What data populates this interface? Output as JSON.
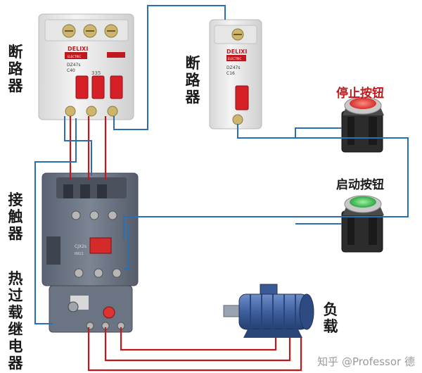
{
  "labels": {
    "breaker_left": "断路器",
    "breaker_right": "断路器",
    "contactor": "接触器",
    "thermal_relay": "热过载继电器",
    "load": "负载",
    "stop_button": "停止按钮",
    "start_button": "启动按钮"
  },
  "breaker3": {
    "brand": "DELIXI",
    "sub": "ELECTRIC",
    "model": "DZ47s",
    "rating": "C40",
    "marks": "335"
  },
  "breaker1": {
    "brand": "DELIXI",
    "sub": "ELECTRIC",
    "model": "DZ47s",
    "rating": "C16"
  },
  "contactor": {
    "model": "CJX2s",
    "code": "0911"
  },
  "watermark": "知乎 @Professor 德",
  "colors": {
    "phase": "#c0181d",
    "control": "#2a6fb0",
    "stop": "#e0443f",
    "start": "#35b54a",
    "stop_label": "#c2181c"
  }
}
